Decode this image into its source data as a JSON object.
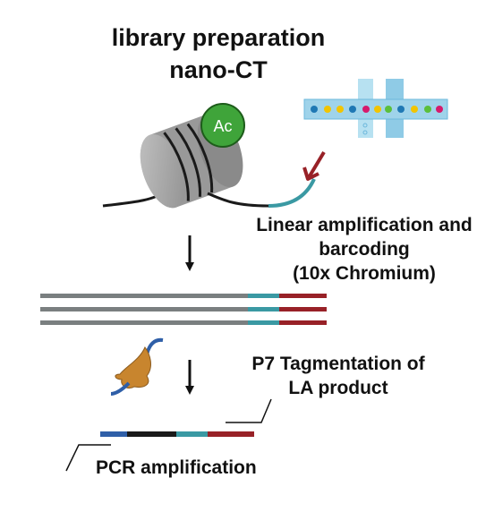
{
  "title": {
    "line1": "library preparation",
    "line2": "nano-CT"
  },
  "nucleosome": {
    "mark_label": "Ac"
  },
  "labels": {
    "linear_amp_1": "Linear amplification and",
    "linear_amp_2": "barcoding",
    "linear_amp_3": "(10x Chromium)",
    "tagmentation_1": "P7 Tagmentation of",
    "tagmentation_2": "LA product",
    "pcr": "PCR amplification"
  },
  "colors": {
    "acetyl_mark": "#3fa43a",
    "histone": "#a6a6a6",
    "dna": "#1a1a1a",
    "barcode_teal": "#3a99a3",
    "adapter_red": "#982127",
    "read_gray": "#7a7f80",
    "adapter_blue": "#2f5fa8",
    "transposase": "#c8852e",
    "microfluidic_chip": "#9fd3ea",
    "arrow": "#111111"
  }
}
